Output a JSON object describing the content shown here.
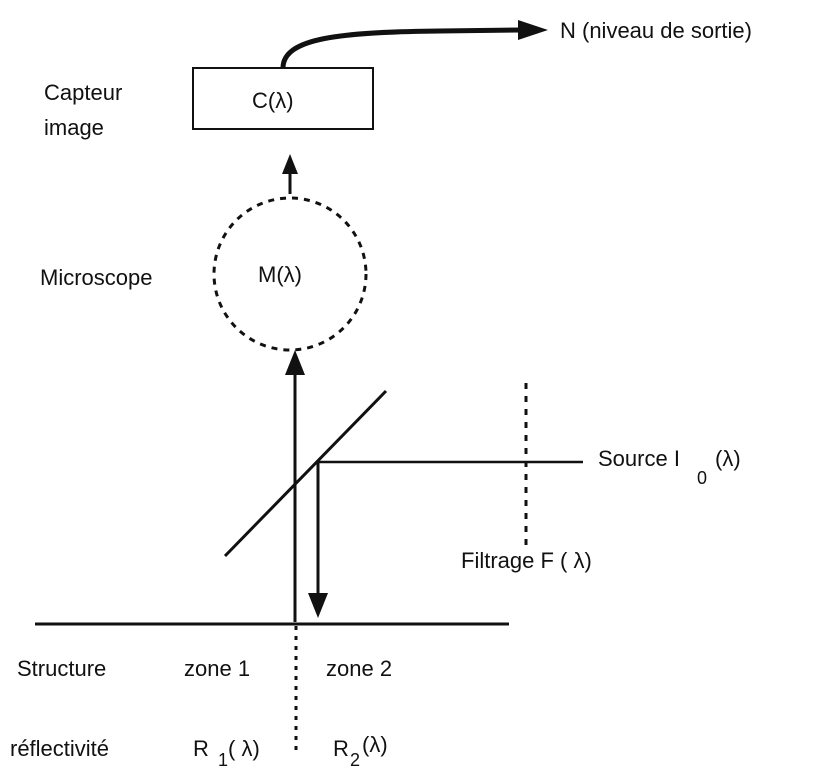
{
  "output_label": "N (niveau de sortie)",
  "sensor": {
    "label_line1": "Capteur",
    "label_line2": "image",
    "function": "C(λ)"
  },
  "microscope": {
    "label": "Microscope",
    "function": "M(λ)"
  },
  "source": {
    "label": "Source I",
    "subscript": "0",
    "function": "(λ)"
  },
  "filter": {
    "label": "Filtrage F ( λ)"
  },
  "structure": {
    "label": "Structure",
    "zone1": "zone 1",
    "zone2": "zone 2"
  },
  "reflectivity": {
    "label": "réflectivité",
    "r1_main": "R",
    "r1_sub": "1",
    "r1_func": "( λ)",
    "r2_main": "R",
    "r2_sub": "2",
    "r2_func": "(λ)"
  }
}
